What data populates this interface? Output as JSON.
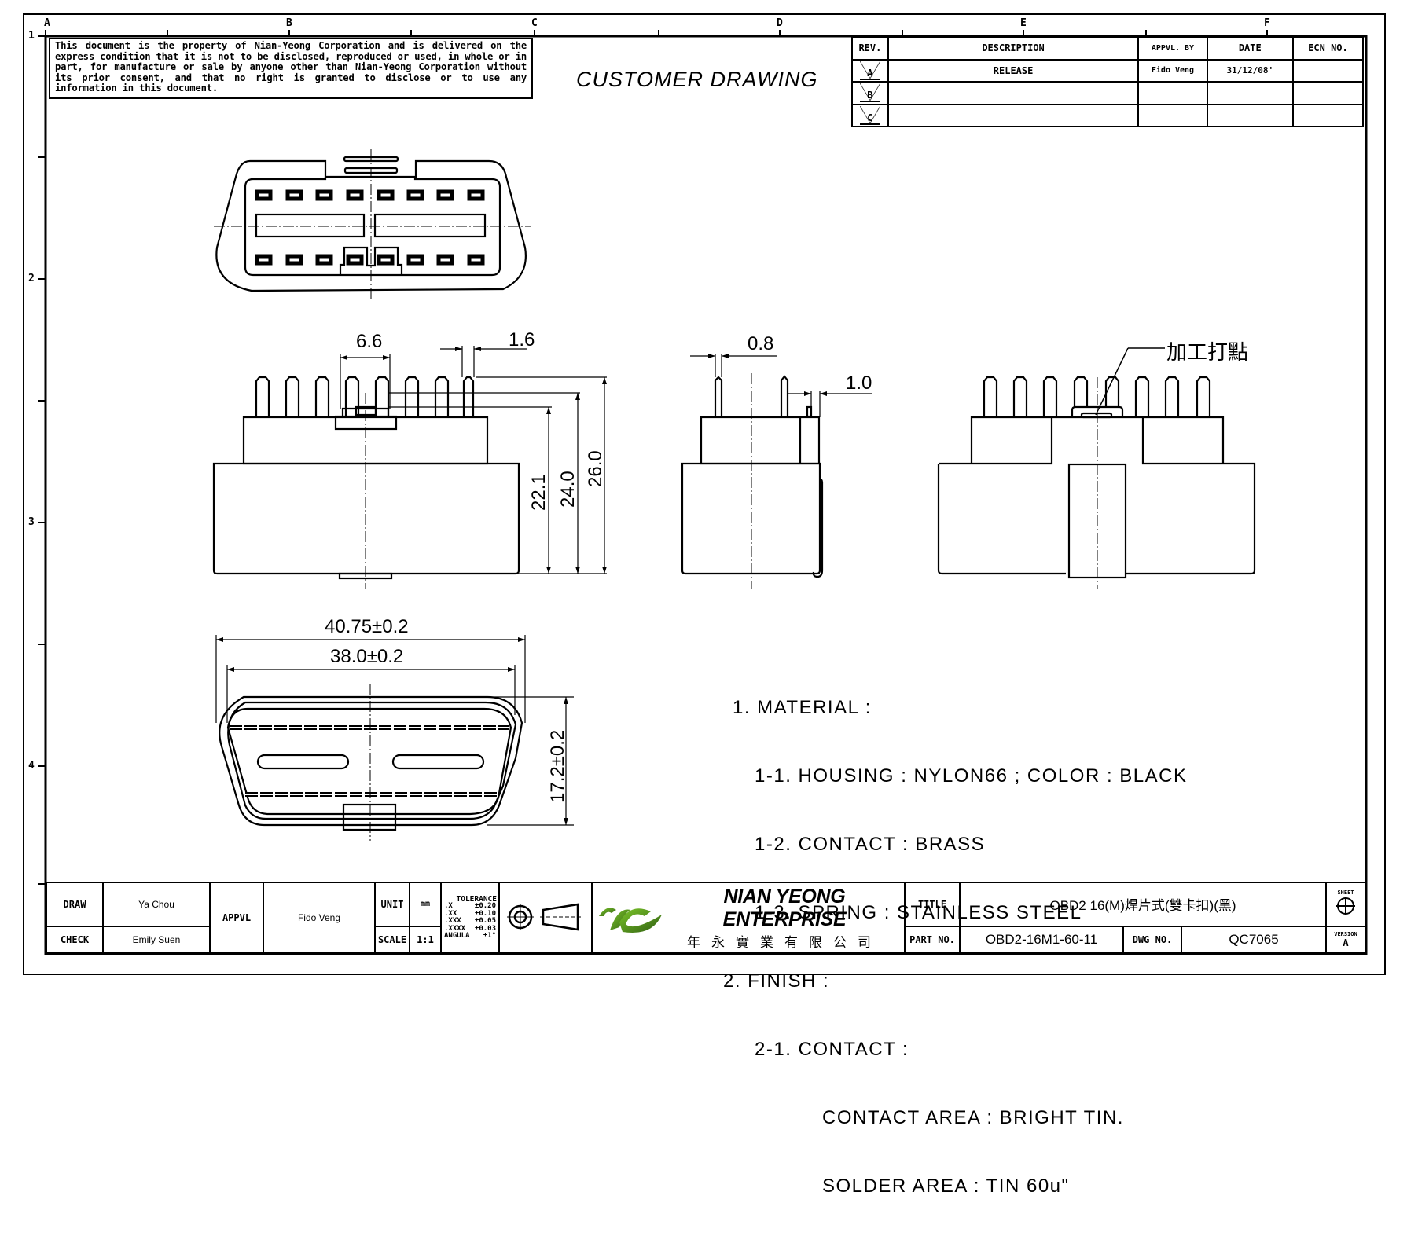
{
  "zones": {
    "columns": [
      "A",
      "B",
      "C",
      "D",
      "E",
      "F"
    ],
    "rows": [
      "1",
      "2",
      "3",
      "4"
    ]
  },
  "notice": "This document is the property of Nian-Yeong Corporation and is delivered on the express condition that it is not to be disclosed, reproduced or used, in whole or in part, for manufacture or sale by anyone other than Nian-Yeong Corporation without its prior consent, and that no right is granted to disclose or to use any information in this document.",
  "header_title": "CUSTOMER DRAWING",
  "revision_table": {
    "headers": [
      "REV.",
      "DESCRIPTION",
      "APPVL. BY",
      "DATE",
      "ECN NO."
    ],
    "rows": [
      {
        "rev": "A",
        "description": "RELEASE",
        "approved_by": "Fido Veng",
        "date": "31/12/08'",
        "ecn": ""
      },
      {
        "rev": "B",
        "description": "",
        "approved_by": "",
        "date": "",
        "ecn": ""
      },
      {
        "rev": "C",
        "description": "",
        "approved_by": "",
        "date": "",
        "ecn": ""
      }
    ]
  },
  "dimensions": {
    "pin_group_width": "6.6",
    "pin_width": "1.6",
    "height_short": "22.1",
    "height_mid": "24.0",
    "height_total": "26.0",
    "side_pin_width": "0.8",
    "side_gap": "1.0",
    "outer_width": "40.75±0.2",
    "inner_width": "38.0±0.2",
    "depth": "17.2±0.2"
  },
  "callout": "加工打點",
  "notes": [
    "1. MATERIAL :",
    "1-1. HOUSING : NYLON66 ; COLOR : BLACK",
    "1-2. CONTACT : BRASS",
    "1-3. SPRING : STAINLESS STEEL",
    "2. FINISH :",
    "2-1. CONTACT :",
    "CONTACT AREA : BRIGHT TIN.",
    "SOLDER AREA : TIN 60u\""
  ],
  "title_block": {
    "draw_label": "DRAW",
    "draw_name": "Ya Chou",
    "check_label": "CHECK",
    "check_name": "Emily Suen",
    "appvl_label": "APPVL",
    "appvl_name": "Fido Veng",
    "unit_label": "UNIT",
    "unit_value": "mm",
    "scale_label": "SCALE",
    "scale_value": "1:1",
    "tolerance": {
      "title": "TOLERANCE",
      "rows": [
        {
          "k": ".X",
          "v": "±0.20"
        },
        {
          "k": ".XX",
          "v": "±0.10"
        },
        {
          "k": ".XXX",
          "v": "±0.05"
        },
        {
          "k": ".XXXX",
          "v": "±0.03"
        },
        {
          "k": "ANGULA",
          "v": "±1°"
        }
      ]
    },
    "company_en": "NIAN YEONG ENTERPRISE",
    "company_cn": "年永實業有限公司",
    "title_label": "TITLE",
    "title_value": "OBD2 16(M)焊片式(雙卡扣)(黑)",
    "partno_label": "PART NO.",
    "partno_value": "OBD2-16M1-60-11",
    "dwgno_label": "DWG NO.",
    "dwgno_value": "QC7065",
    "sheet_label": "SHEET",
    "version_label": "VERSION",
    "version_value": "A"
  },
  "colors": {
    "ink": "#000000",
    "logo_green_dark": "#2f5e12",
    "logo_green_light": "#7cc62a"
  }
}
